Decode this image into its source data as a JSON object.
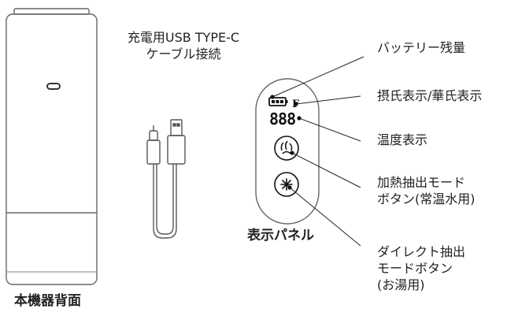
{
  "labels": {
    "cable": "充電用USB TYPE-C\nケーブル接続",
    "back": "本機器背面",
    "panel": "表示パネル",
    "battery": "バッテリー残量",
    "unit": "摂氏表示/華氏表示",
    "temp": "温度表示",
    "heat": "加熱抽出モード\nボタン(常温水用)",
    "direct": "ダイレクト抽出\nモードボタン\n(お湯用)"
  },
  "display": {
    "digits": "888",
    "unit_symbol": "F"
  },
  "icons": {
    "heat_button": "steam-flame-icon",
    "direct_button": "snowflake-icon"
  }
}
